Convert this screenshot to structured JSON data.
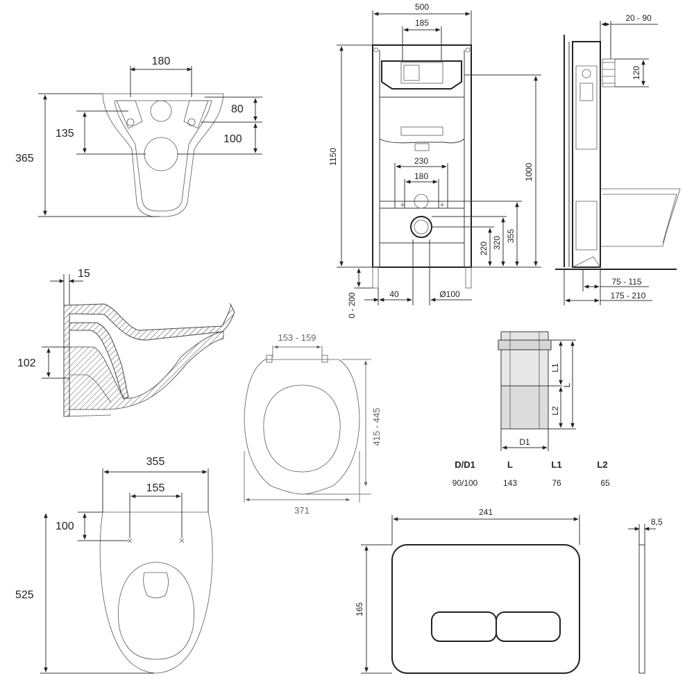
{
  "bowl_top": {
    "width_180": "180",
    "d_80": "80",
    "d_100": "100",
    "d_135": "135",
    "h_365": "365"
  },
  "bowl_side": {
    "t_15": "15",
    "d_102": "102"
  },
  "bowl_plan": {
    "w_355": "355",
    "w_155": "155",
    "d_100": "100",
    "h_525": "525"
  },
  "seat": {
    "hinge": "153 - 159",
    "length": "415 - 445",
    "width": "371"
  },
  "frame_front": {
    "w_500": "500",
    "w_185": "185",
    "h_1150": "1150",
    "h_1000": "1000",
    "w_230": "230",
    "w_180": "180",
    "h_355": "355",
    "h_320": "320",
    "h_220": "220",
    "adj_0_200": "0 - 200",
    "d_40": "40",
    "dia_100": "Ø100"
  },
  "frame_side": {
    "d_20_90": "20 - 90",
    "d_120": "120",
    "d_75_115": "75 - 115",
    "d_175_210": "175 - 210"
  },
  "pipe": {
    "label_L1": "L1",
    "label_L": "L",
    "label_L2": "L2",
    "label_D1": "D1",
    "headers": [
      "D/D1",
      "L",
      "L1",
      "L2"
    ],
    "values": [
      "90/100",
      "143",
      "76",
      "65"
    ]
  },
  "button": {
    "w_241": "241",
    "h_165": "165",
    "t_8_5": "8,5"
  }
}
